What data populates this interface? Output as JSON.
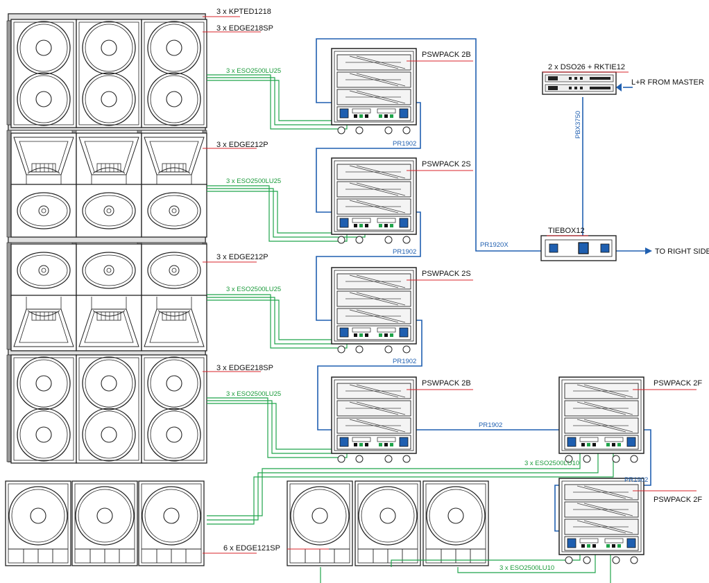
{
  "labels": {
    "kpted": "3 x KPTED1218",
    "edge218sp_top": "3 x EDGE218SP",
    "edge212p_a": "3 x EDGE212P",
    "edge212p_b": "3 x EDGE212P",
    "edge218sp_bottom": "3 x EDGE218SP",
    "edge121sp": "6 x EDGE121SP",
    "pack1": "PSWPACK 2B",
    "pack2": "PSWPACK 2S",
    "pack3": "PSWPACK 2S",
    "pack4": "PSWPACK 2B",
    "pack5": "PSWPACK 2F",
    "pack6": "PSWPACK 2F",
    "dso": "2 x DSO26 + RKTIE12",
    "lr_master": "L+R FROM MASTER",
    "tiebox": "TIEBOX12",
    "to_right": "TO RIGHT SIDE"
  },
  "cables": {
    "eso1": "3 x ESO2500LU25",
    "eso2": "3 x ESO2500LU25",
    "eso3": "3 x ESO2500LU25",
    "eso4": "3 x ESO2500LU25",
    "eso_lu10_a": "3 x ESO2500LU10",
    "eso_lu10_b": "3 x ESO2500LU10",
    "pr1": "PR1902",
    "pr2": "PR1902",
    "pr3": "PR1902",
    "pr4": "PR1902",
    "pr5": "PR1902",
    "pr1920x": "PR1920X",
    "pbx": "PBX3750"
  },
  "colors": {
    "green": "#1fa34a",
    "blue": "#1f5fb0",
    "red": "#d8232a",
    "line": "#222222"
  }
}
